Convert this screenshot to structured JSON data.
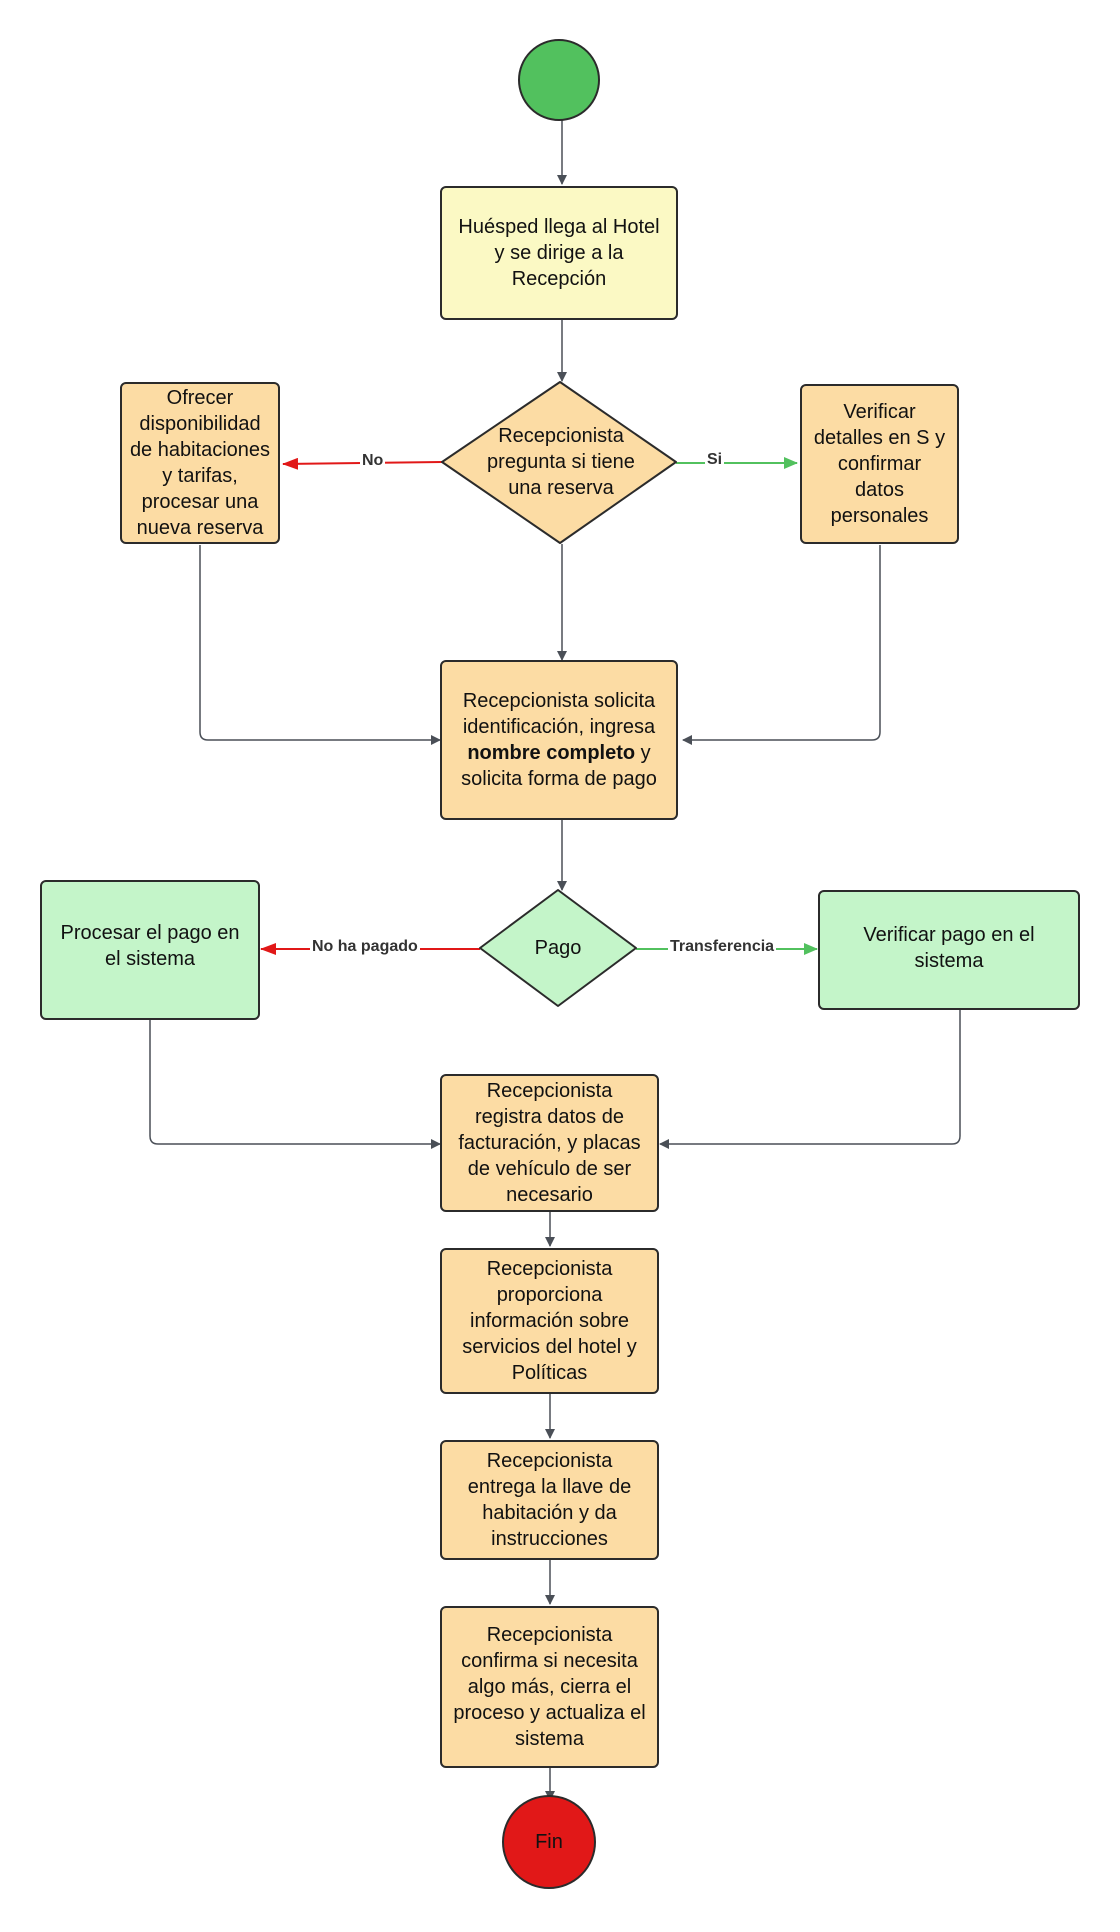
{
  "colors": {
    "start": "#52c15e",
    "end": "#e11818",
    "yellow": "#fbf9c4",
    "orange": "#fcdca4",
    "green": "#c4f5c9",
    "edge_gray": "#4a4f57",
    "edge_red": "#e11818",
    "edge_green": "#52c15e"
  },
  "nodes": {
    "arrive": "Huésped llega al Hotel y se dirige a la Recepción",
    "ask_reservation": "Recepcionista pregunta si tiene una reserva",
    "offer": "Ofrecer disponibilidad de habitaciones y tarifas, procesar una nueva reserva",
    "verify_details": "Verificar detalles en S y confirmar datos personales",
    "request_id_pre": "Recepcionista solicita identificación, ingresa",
    "request_id_bold": "nombre completo",
    "request_id_post": "y solicita forma de pago",
    "payment": "Pago",
    "process_payment": "Procesar el pago en el sistema",
    "verify_payment": "Verificar pago en el sistema",
    "billing": "Recepcionista registra datos de facturación, y placas de vehículo de ser necesario",
    "info": "Recepcionista proporciona información sobre servicios del hotel y Políticas",
    "key": "Recepcionista entrega la llave de habitación y da instrucciones",
    "confirm": "Recepcionista confirma si necesita algo más, cierra el proceso y actualiza el sistema",
    "end": "Fin"
  },
  "edges": {
    "no": "No",
    "si": "Si",
    "not_paid": "No ha pagado",
    "transfer": "Transferencia"
  }
}
